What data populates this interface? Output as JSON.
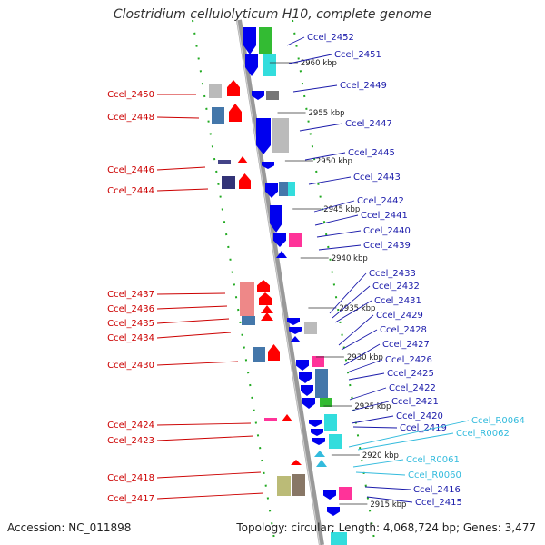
{
  "title": "Clostridium cellulolyticum H10, complete genome",
  "footer": {
    "accession": "Accession: NC_011898",
    "summary": "Topology: circular; Length: 4,068,724 bp; Genes: 3,477"
  },
  "colors": {
    "left_label": "#cc0000",
    "right_label": "#1a1aaa",
    "rna_label": "#33bbdd",
    "backbone": "#999999",
    "grid": "#22aa22",
    "red_gene": "#ff0000",
    "blue_gene": "#0000ee"
  },
  "ticks": [
    {
      "label": "2960 kbp"
    },
    {
      "label": "2955 kbp"
    },
    {
      "label": "2950 kbp"
    },
    {
      "label": "2945 kbp"
    },
    {
      "label": "2940 kbp"
    },
    {
      "label": "2935 kbp"
    },
    {
      "label": "2930 kbp"
    },
    {
      "label": "2925 kbp"
    },
    {
      "label": "2920 kbp"
    },
    {
      "label": "2915 kbp"
    }
  ],
  "labels_left": [
    {
      "text": "Ccel_2450"
    },
    {
      "text": "Ccel_2448"
    },
    {
      "text": "Ccel_2446"
    },
    {
      "text": "Ccel_2444"
    },
    {
      "text": "Ccel_2437"
    },
    {
      "text": "Ccel_2436"
    },
    {
      "text": "Ccel_2435"
    },
    {
      "text": "Ccel_2434"
    },
    {
      "text": "Ccel_2430"
    },
    {
      "text": "Ccel_2424"
    },
    {
      "text": "Ccel_2423"
    },
    {
      "text": "Ccel_2418"
    },
    {
      "text": "Ccel_2417"
    }
  ],
  "labels_right": [
    {
      "text": "Ccel_2452",
      "kind": "gene"
    },
    {
      "text": "Ccel_2451",
      "kind": "gene"
    },
    {
      "text": "Ccel_2449",
      "kind": "gene"
    },
    {
      "text": "Ccel_2447",
      "kind": "gene"
    },
    {
      "text": "Ccel_2445",
      "kind": "gene"
    },
    {
      "text": "Ccel_2443",
      "kind": "gene"
    },
    {
      "text": "Ccel_2442",
      "kind": "gene"
    },
    {
      "text": "Ccel_2441",
      "kind": "gene"
    },
    {
      "text": "Ccel_2440",
      "kind": "gene"
    },
    {
      "text": "Ccel_2439",
      "kind": "gene"
    },
    {
      "text": "Ccel_2433",
      "kind": "gene"
    },
    {
      "text": "Ccel_2432",
      "kind": "gene"
    },
    {
      "text": "Ccel_2431",
      "kind": "gene"
    },
    {
      "text": "Ccel_2429",
      "kind": "gene"
    },
    {
      "text": "Ccel_2428",
      "kind": "gene"
    },
    {
      "text": "Ccel_2427",
      "kind": "gene"
    },
    {
      "text": "Ccel_2426",
      "kind": "gene"
    },
    {
      "text": "Ccel_2425",
      "kind": "gene"
    },
    {
      "text": "Ccel_2422",
      "kind": "gene"
    },
    {
      "text": "Ccel_2421",
      "kind": "gene"
    },
    {
      "text": "Ccel_2420",
      "kind": "gene"
    },
    {
      "text": "Ccel_2419",
      "kind": "gene"
    },
    {
      "text": "Ccel_R0064",
      "kind": "rna"
    },
    {
      "text": "Ccel_R0062",
      "kind": "rna"
    },
    {
      "text": "Ccel_R0061",
      "kind": "rna"
    },
    {
      "text": "Ccel_R0060",
      "kind": "rna"
    },
    {
      "text": "Ccel_2416",
      "kind": "gene"
    },
    {
      "text": "Ccel_2415",
      "kind": "gene"
    }
  ]
}
